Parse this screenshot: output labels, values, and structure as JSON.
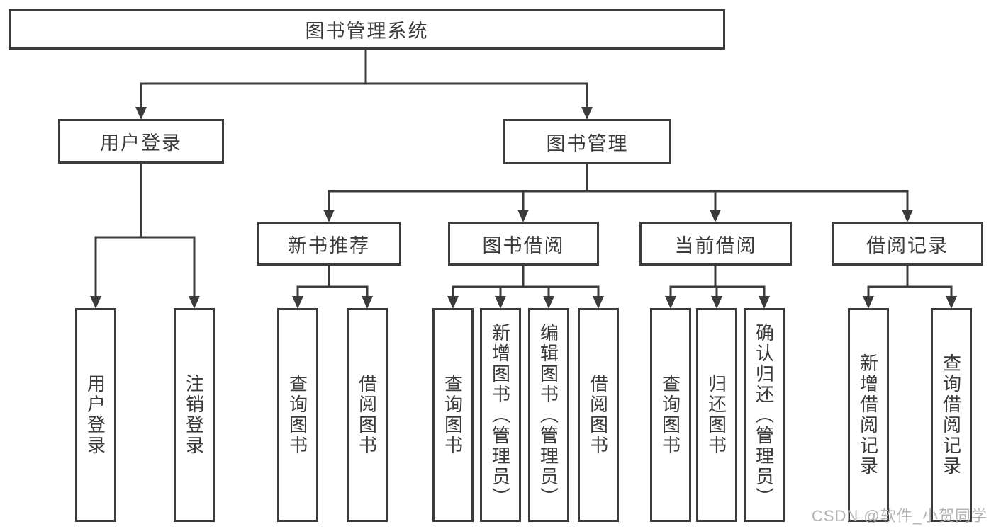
{
  "tree": {
    "label": "图书管理系统",
    "children": [
      {
        "label": "用户登录",
        "children": [
          {
            "label": "用户登录"
          },
          {
            "label": "注销登录"
          }
        ]
      },
      {
        "label": "图书管理",
        "children": [
          {
            "label": "新书推荐",
            "children": [
              {
                "label": "查询图书"
              },
              {
                "label": "借阅图书"
              }
            ]
          },
          {
            "label": "图书借阅",
            "children": [
              {
                "label": "查询图书"
              },
              {
                "label": "新增图书（管理员）"
              },
              {
                "label": "编辑图书（管理员）"
              },
              {
                "label": "借阅图书"
              }
            ]
          },
          {
            "label": "当前借阅",
            "children": [
              {
                "label": "查询图书"
              },
              {
                "label": "归还图书"
              },
              {
                "label": "确认归还（管理员）"
              }
            ]
          },
          {
            "label": "借阅记录",
            "children": [
              {
                "label": "新增借阅记录"
              },
              {
                "label": "查询借阅记录"
              }
            ]
          }
        ]
      }
    ]
  },
  "watermark": {
    "text": "CSDN @软件_小贺同学"
  },
  "colors": {
    "line": "#3b3b3b",
    "text": "#3a3a3a",
    "watermark": "#b4b4b4",
    "bg": "#ffffff"
  }
}
